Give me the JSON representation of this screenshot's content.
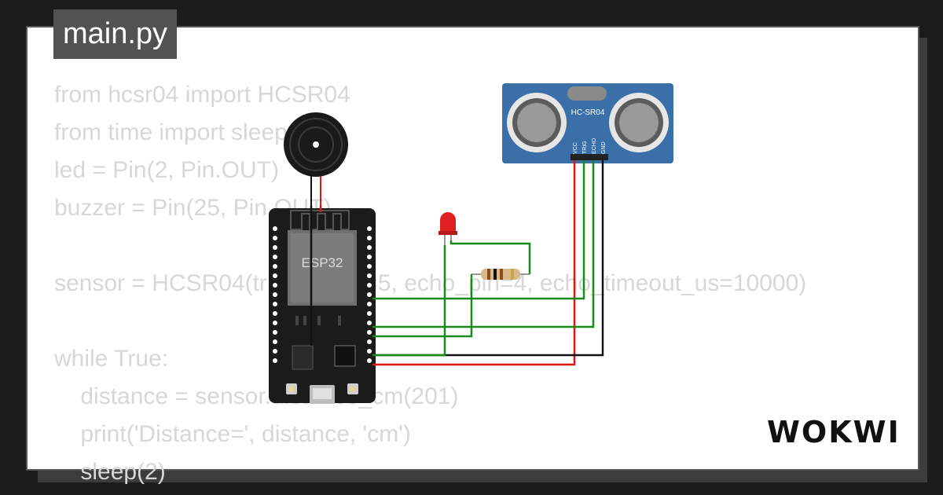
{
  "tab": {
    "filename": "main.py"
  },
  "code_lines": [
    "from hcsr04 import HCSR04",
    "from time import sleep",
    "led = Pin(2, Pin.OUT)",
    "buzzer = Pin(25, Pin.OUT)",
    "",
    "sensor = HCSR04(trigger_pin=5, echo_pin=4, echo_timeout_us=10000)",
    "",
    "while True:",
    "    distance = sensor.distance_cm(201)",
    "    print('Distance=', distance, 'cm')",
    "    sleep(2)"
  ],
  "board": {
    "label": "ESP32"
  },
  "sensor": {
    "label": "HC-SR04",
    "pins": [
      "VCC",
      "TRIG",
      "ECHO",
      "GND"
    ]
  },
  "brand": {
    "logo_text": "WOKWI"
  },
  "colors": {
    "wire_green": "#1a8a1a",
    "wire_red": "#e01414",
    "wire_black": "#111111",
    "sensor_blue": "#3a6fa8",
    "led_red": "#e02020"
  }
}
